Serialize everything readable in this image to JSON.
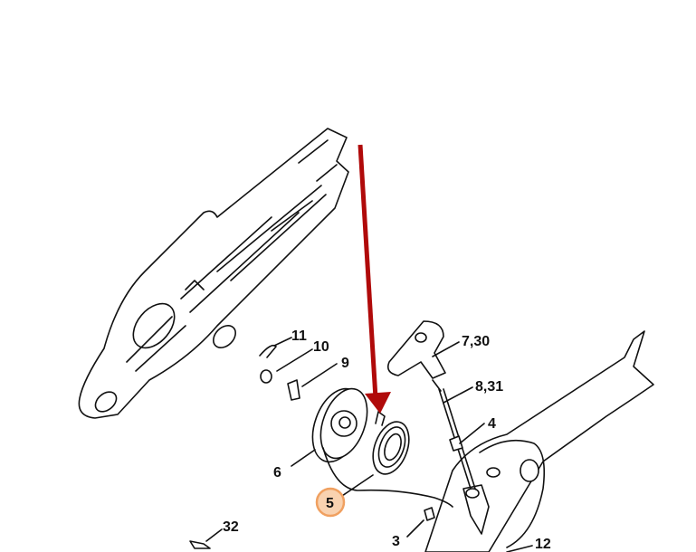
{
  "diagram": {
    "type": "exploded parts diagram",
    "highlight_color": "#f0a060",
    "arrow_color": "#b00a0a",
    "labels": {
      "p11": "11",
      "p10": "10",
      "p9": "9",
      "p7_30": "7,30",
      "p8_31": "8,31",
      "p4": "4",
      "p6": "6",
      "p5": "5",
      "p3": "3",
      "p32": "32",
      "p12": "12"
    },
    "highlighted_part": "5"
  }
}
